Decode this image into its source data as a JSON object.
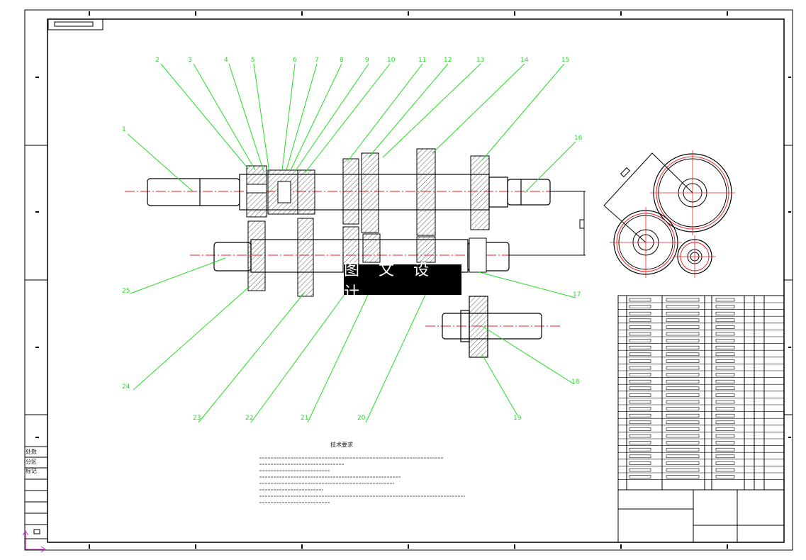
{
  "drawing": {
    "part_labels": [
      "1",
      "2",
      "3",
      "4",
      "5",
      "6",
      "7",
      "8",
      "9",
      "10",
      "11",
      "12",
      "13",
      "14",
      "15",
      "16",
      "17",
      "18",
      "19",
      "20",
      "21",
      "22",
      "23",
      "24",
      "25"
    ],
    "watermark": "图 文 设 计",
    "tech_title": "技术要求",
    "side_labels": [
      "标记",
      "处数",
      "分区"
    ]
  },
  "colors": {
    "part_label": "#22dd22",
    "centerline": "#ee2222",
    "outline": "#000000",
    "hatch": "#333333",
    "gear_ring": "#ee2222"
  }
}
